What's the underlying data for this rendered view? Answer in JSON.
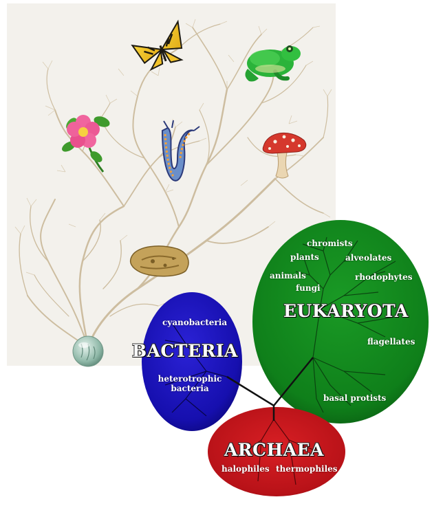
{
  "domains": {
    "bacteria": {
      "name": "BACTERIA",
      "color": "#1a10b8",
      "groups": [
        "cyanobacteria",
        "heterotrophic bacteria"
      ]
    },
    "eukaryota": {
      "name": "EUKARYOTA",
      "color": "#11871c",
      "groups": [
        "chromists",
        "plants",
        "alveolates",
        "animals",
        "fungi",
        "rhodophytes",
        "flagellates",
        "basal protists"
      ]
    },
    "archaea": {
      "name": "ARCHAEA",
      "color": "#c0151c",
      "groups": [
        "halophiles",
        "thermophiles"
      ]
    }
  },
  "labels": {
    "bacteria": "BACTERIA",
    "eukaryota": "EUKARYOTA",
    "archaea": "ARCHAEA",
    "cyanobacteria": "cyanobacteria",
    "heterotrophic_1": "heterotrophic",
    "heterotrophic_2": "bacteria",
    "chromists": "chromists",
    "plants": "plants",
    "alveolates": "alveolates",
    "animals": "animals",
    "fungi": "fungi",
    "rhodophytes": "rhodophytes",
    "flagellates": "flagellates",
    "basal_protists": "basal protists",
    "halophiles": "halophiles",
    "thermophiles": "thermophiles"
  },
  "illustrations": [
    "butterfly-icon",
    "frog-icon",
    "flower-icon",
    "sea-slug-icon",
    "mushroom-icon",
    "fossil-icon",
    "cell-icon"
  ],
  "colors": {
    "tree_branch": "#c9b89a",
    "panel_bg": "#f3f1ec",
    "trunk_line": "#111111"
  }
}
